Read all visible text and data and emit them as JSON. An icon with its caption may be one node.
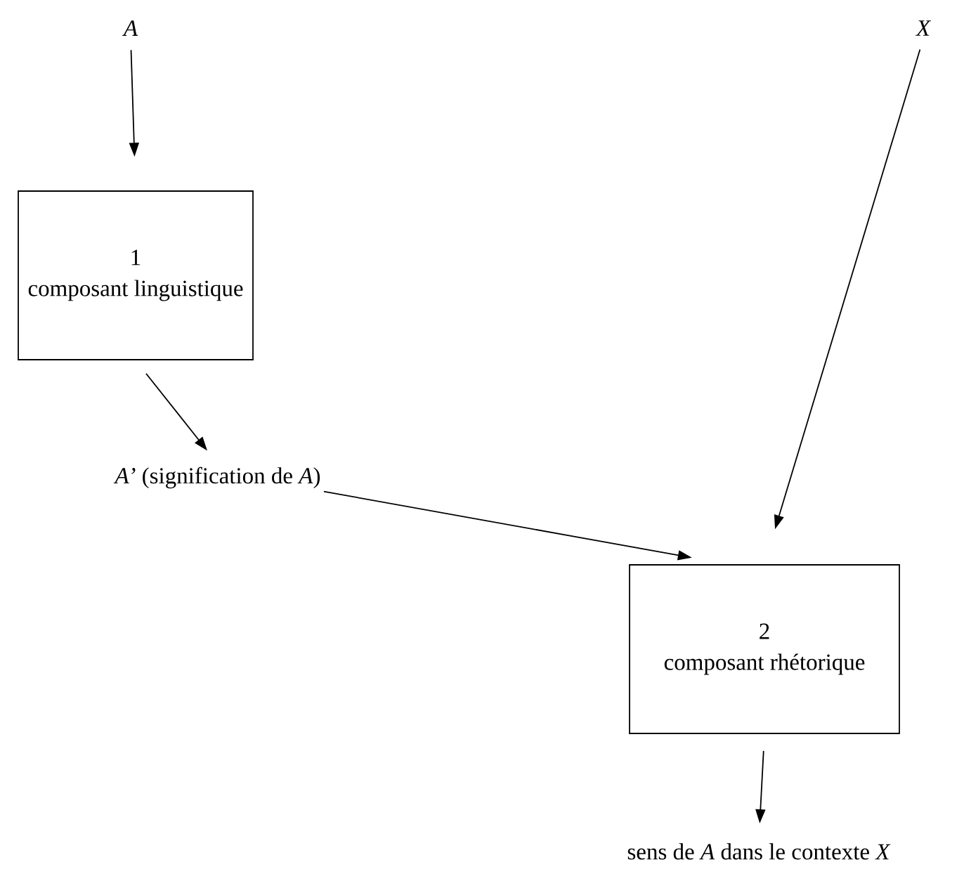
{
  "diagram": {
    "nodes": [
      {
        "text": [
          "A"
        ]
      },
      {
        "text": [
          "X"
        ]
      },
      {
        "text": [
          "1",
          "composant linguistique"
        ]
      },
      {
        "text": [
          "*A’* (signification de *A*)"
        ]
      },
      {
        "text": [
          "2",
          "composant rhétorique"
        ]
      },
      {
        "text": [
          "sens de *A* dans le contexte *X*"
        ]
      }
    ],
    "edges": [
      {
        "from": 0,
        "to": 2,
        "arrow": "to"
      },
      {
        "from": 2,
        "to": 3,
        "arrow": "to"
      },
      {
        "from": 3,
        "to": 4,
        "arrow": "to"
      },
      {
        "from": 1,
        "to": 4,
        "arrow": "to"
      },
      {
        "from": 4,
        "to": 5,
        "arrow": "to"
      }
    ]
  }
}
